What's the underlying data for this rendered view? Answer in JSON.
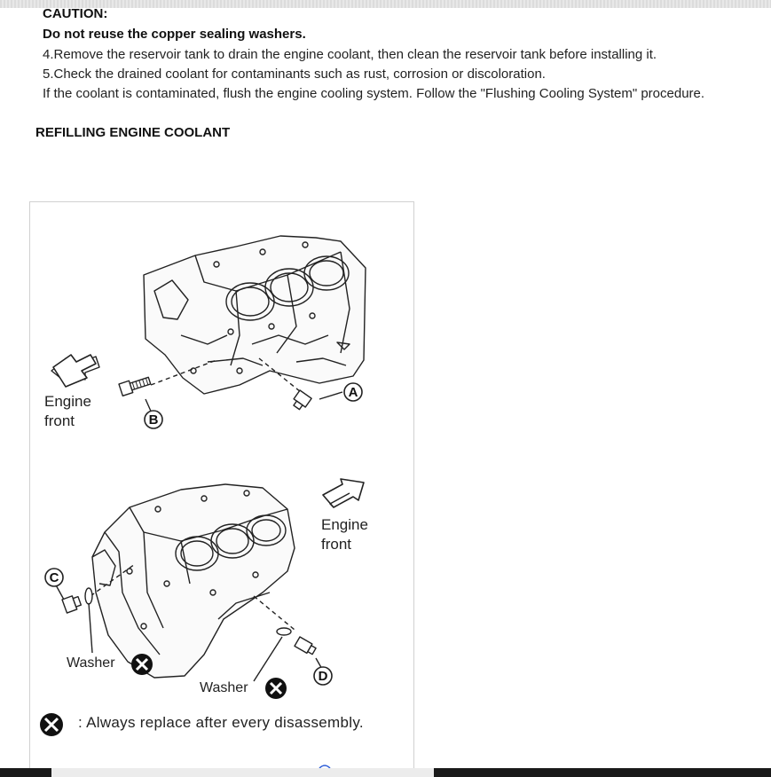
{
  "caution": {
    "title": "CAUTION:",
    "body": "Do not reuse the copper sealing washers."
  },
  "steps": [
    "4.Remove the reservoir tank to drain the engine coolant, then clean the reservoir tank before installing it.",
    "5.Check the drained coolant for contaminants such as rust, corrosion or discoloration.",
    "If the coolant is contaminated, flush the engine cooling system. Follow the \"Flushing Cooling System\" procedure."
  ],
  "section_heading": "REFILLING ENGINE COOLANT",
  "figure": {
    "engine_front_label_line1": "Engine",
    "engine_front_label_line2": "front",
    "callouts": [
      "A",
      "B",
      "C",
      "D"
    ],
    "washer_label": "Washer",
    "legend_text": ": Always replace after every disassembly."
  }
}
